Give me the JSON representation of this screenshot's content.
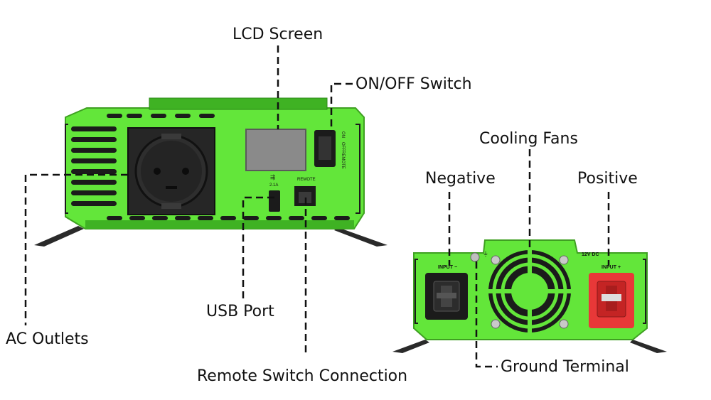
{
  "labels": {
    "lcd_screen": "LCD Screen",
    "on_off_switch": "ON/OFF Switch",
    "cooling_fans": "Cooling Fans",
    "negative": "Negative",
    "positive": "Positive",
    "ac_outlets": "AC Outlets",
    "usb_port": "USB Port",
    "remote_switch_connection": "Remote Switch Connection",
    "ground_terminal": "Ground Terminal"
  },
  "front_panel": {
    "usb_rating": "2.1A",
    "remote_label": "REMOTE",
    "switch_on": "ON",
    "switch_off": "OFF",
    "switch_remote": "REMOTE"
  },
  "rear_panel": {
    "input_negative": "INPUT −",
    "input_positive": "INPUT +",
    "voltage": "12V DC"
  },
  "colors": {
    "body_green": "#63e63a",
    "body_dark_green": "#3fb223",
    "positive_red": "#e83838",
    "panel_black": "#1b1b1b"
  }
}
